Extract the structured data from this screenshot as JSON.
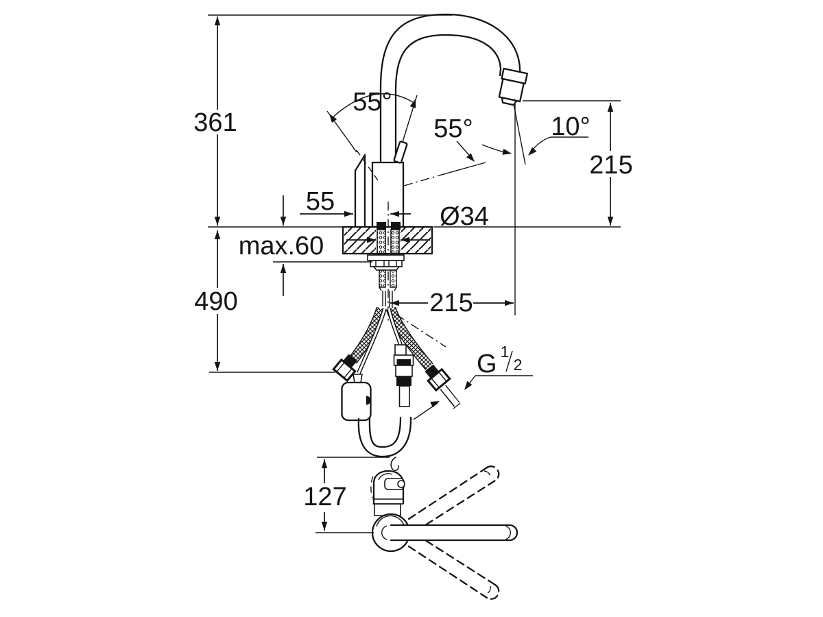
{
  "drawing": {
    "title": "kitchen-faucet-installation-dimension-drawing",
    "dims": {
      "total_height": "361",
      "spout_height": "215",
      "reach": "215",
      "back_offset": "55",
      "deck_thickness": "max.60",
      "hole_diameter": "Ø34",
      "hose_depth": "490",
      "plan_offset": "127"
    },
    "angles": {
      "handle_left": "55°",
      "handle_right": "55°",
      "spray": "10°"
    },
    "thread": {
      "letter": "G",
      "numerator": "1",
      "denominator": "2"
    },
    "colors": {
      "line": "#141414",
      "background": "#ffffff"
    }
  }
}
